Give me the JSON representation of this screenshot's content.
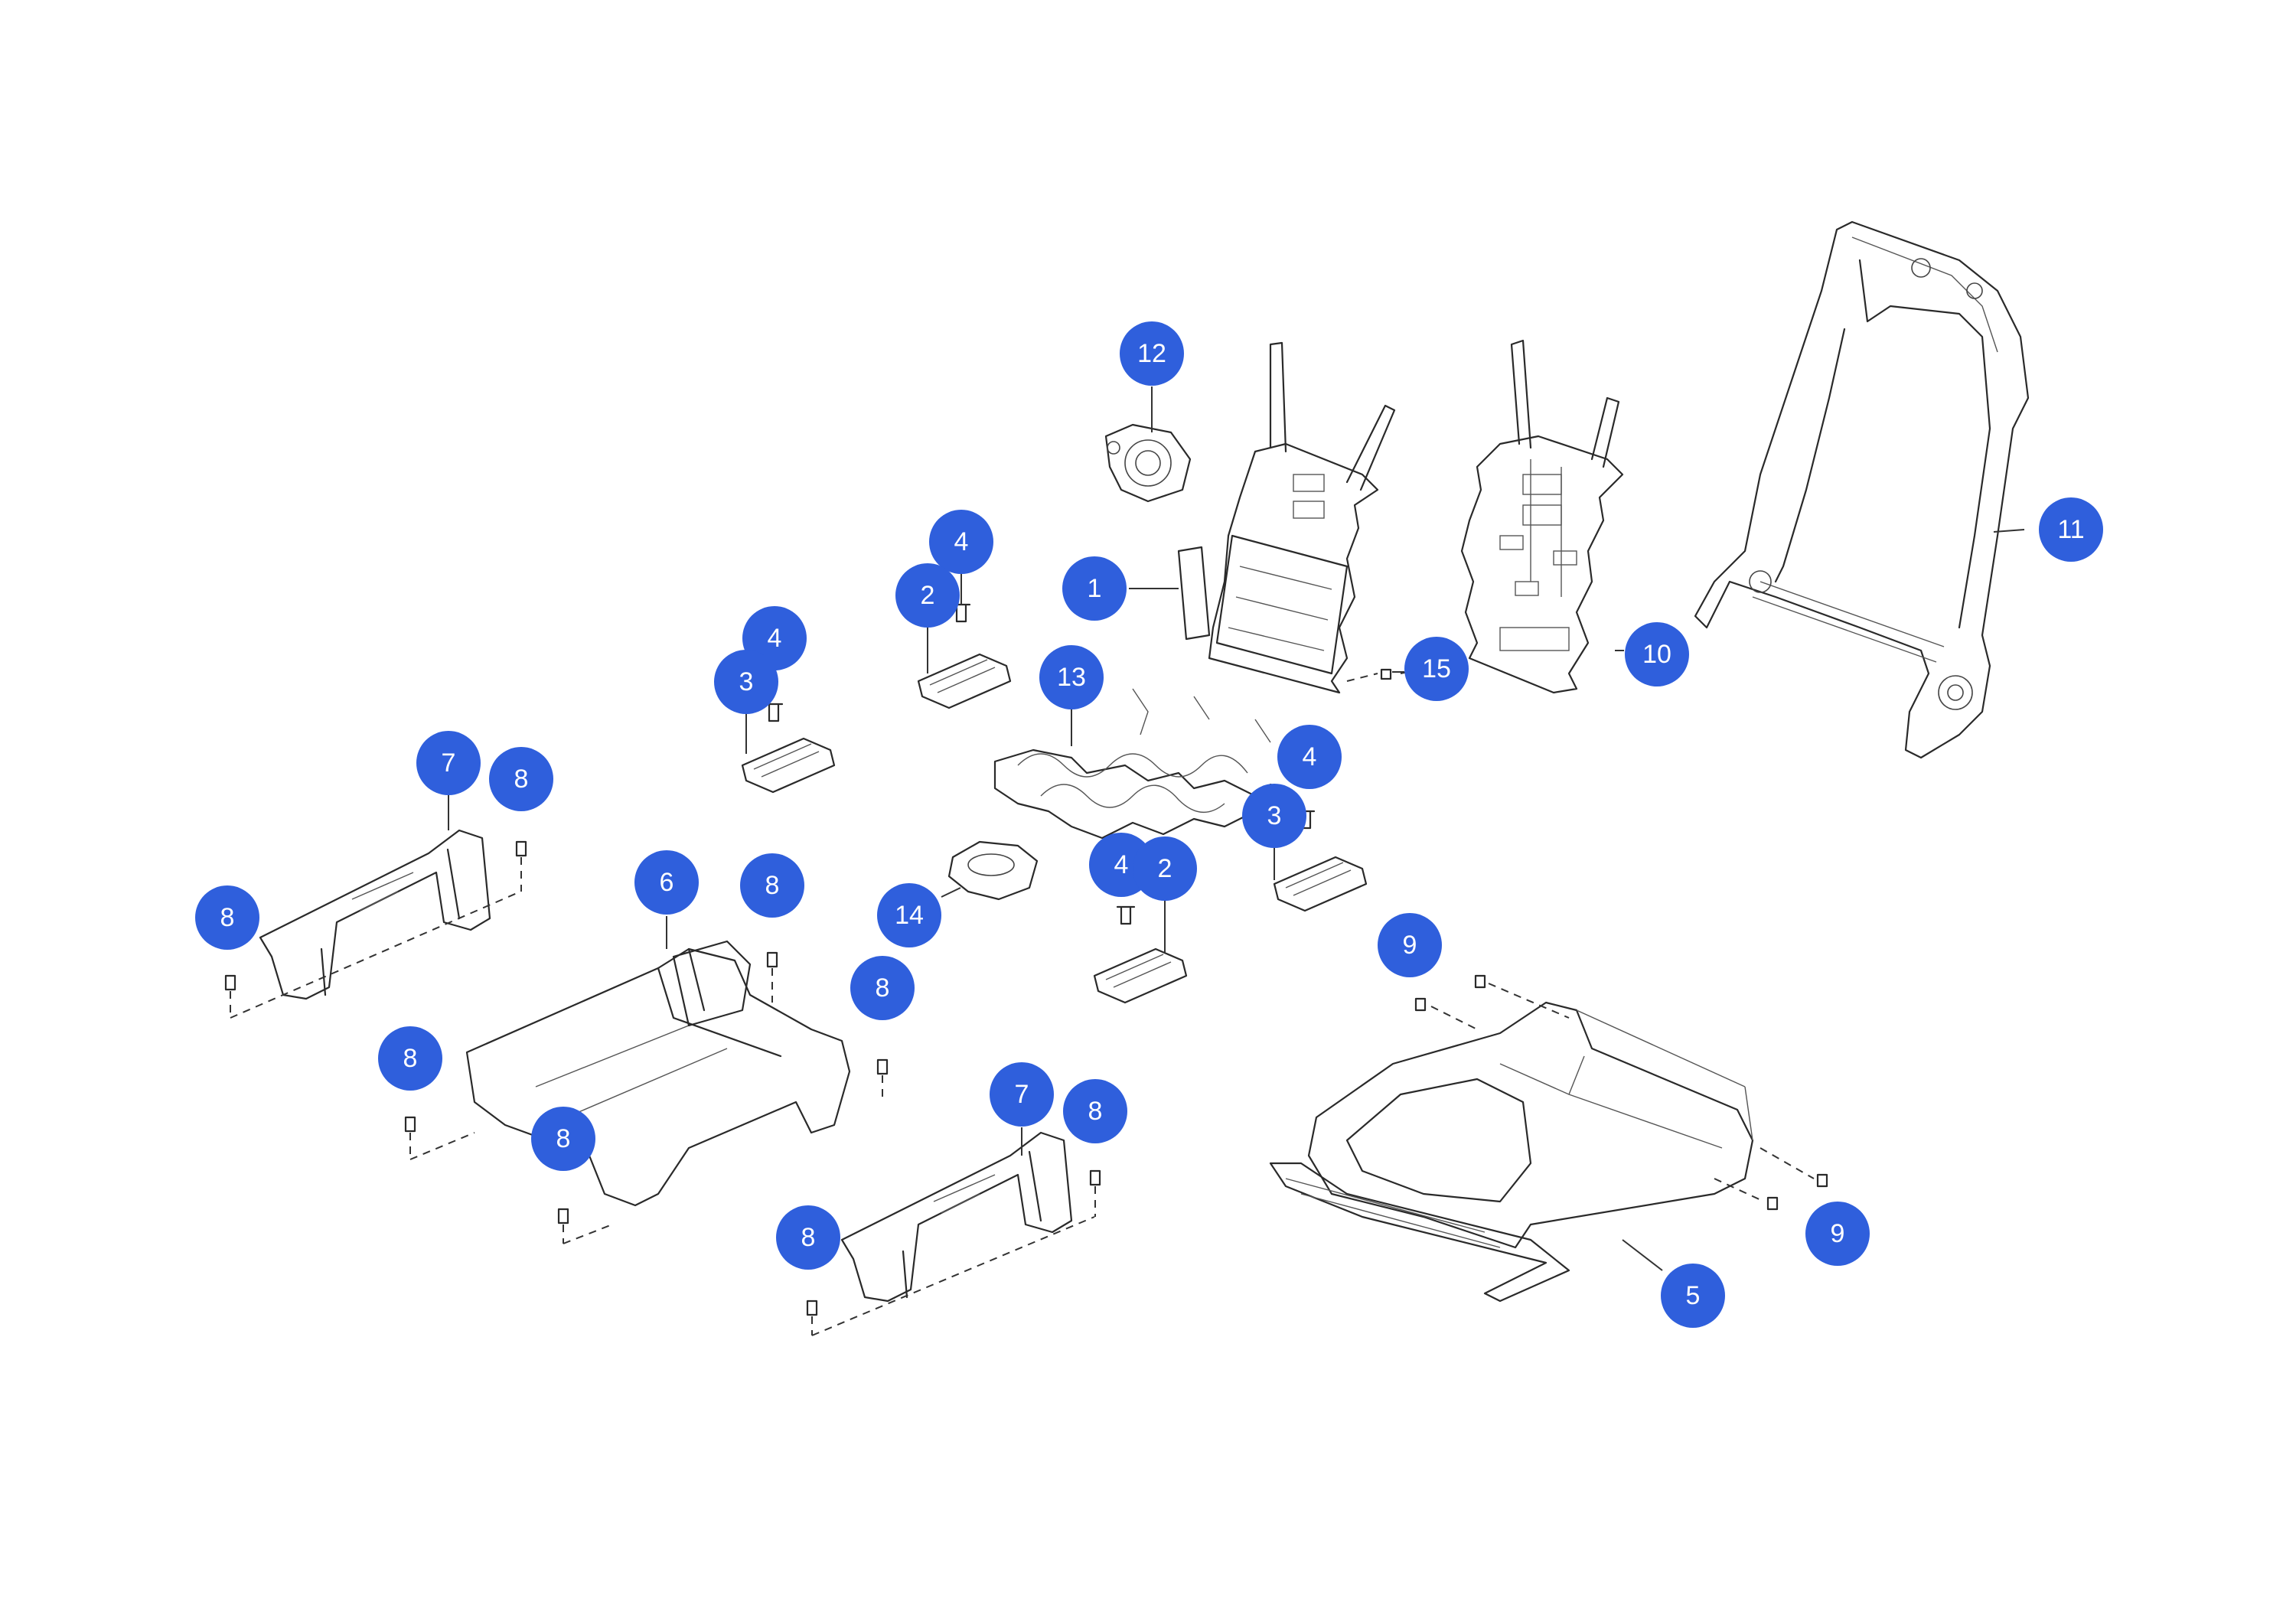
{
  "diagram": {
    "accent_color": "#2f5fdc",
    "label_color": "#ffffff",
    "callouts": [
      {
        "label": "12"
      },
      {
        "label": "11"
      },
      {
        "label": "1"
      },
      {
        "label": "4"
      },
      {
        "label": "2"
      },
      {
        "label": "4"
      },
      {
        "label": "3"
      },
      {
        "label": "13"
      },
      {
        "label": "15"
      },
      {
        "label": "10"
      },
      {
        "label": "7"
      },
      {
        "label": "8"
      },
      {
        "label": "8"
      },
      {
        "label": "6"
      },
      {
        "label": "8"
      },
      {
        "label": "4"
      },
      {
        "label": "3"
      },
      {
        "label": "14"
      },
      {
        "label": "4"
      },
      {
        "label": "2"
      },
      {
        "label": "8"
      },
      {
        "label": "8"
      },
      {
        "label": "9"
      },
      {
        "label": "8"
      },
      {
        "label": "7"
      },
      {
        "label": "8"
      },
      {
        "label": "8"
      },
      {
        "label": "9"
      },
      {
        "label": "5"
      }
    ]
  }
}
